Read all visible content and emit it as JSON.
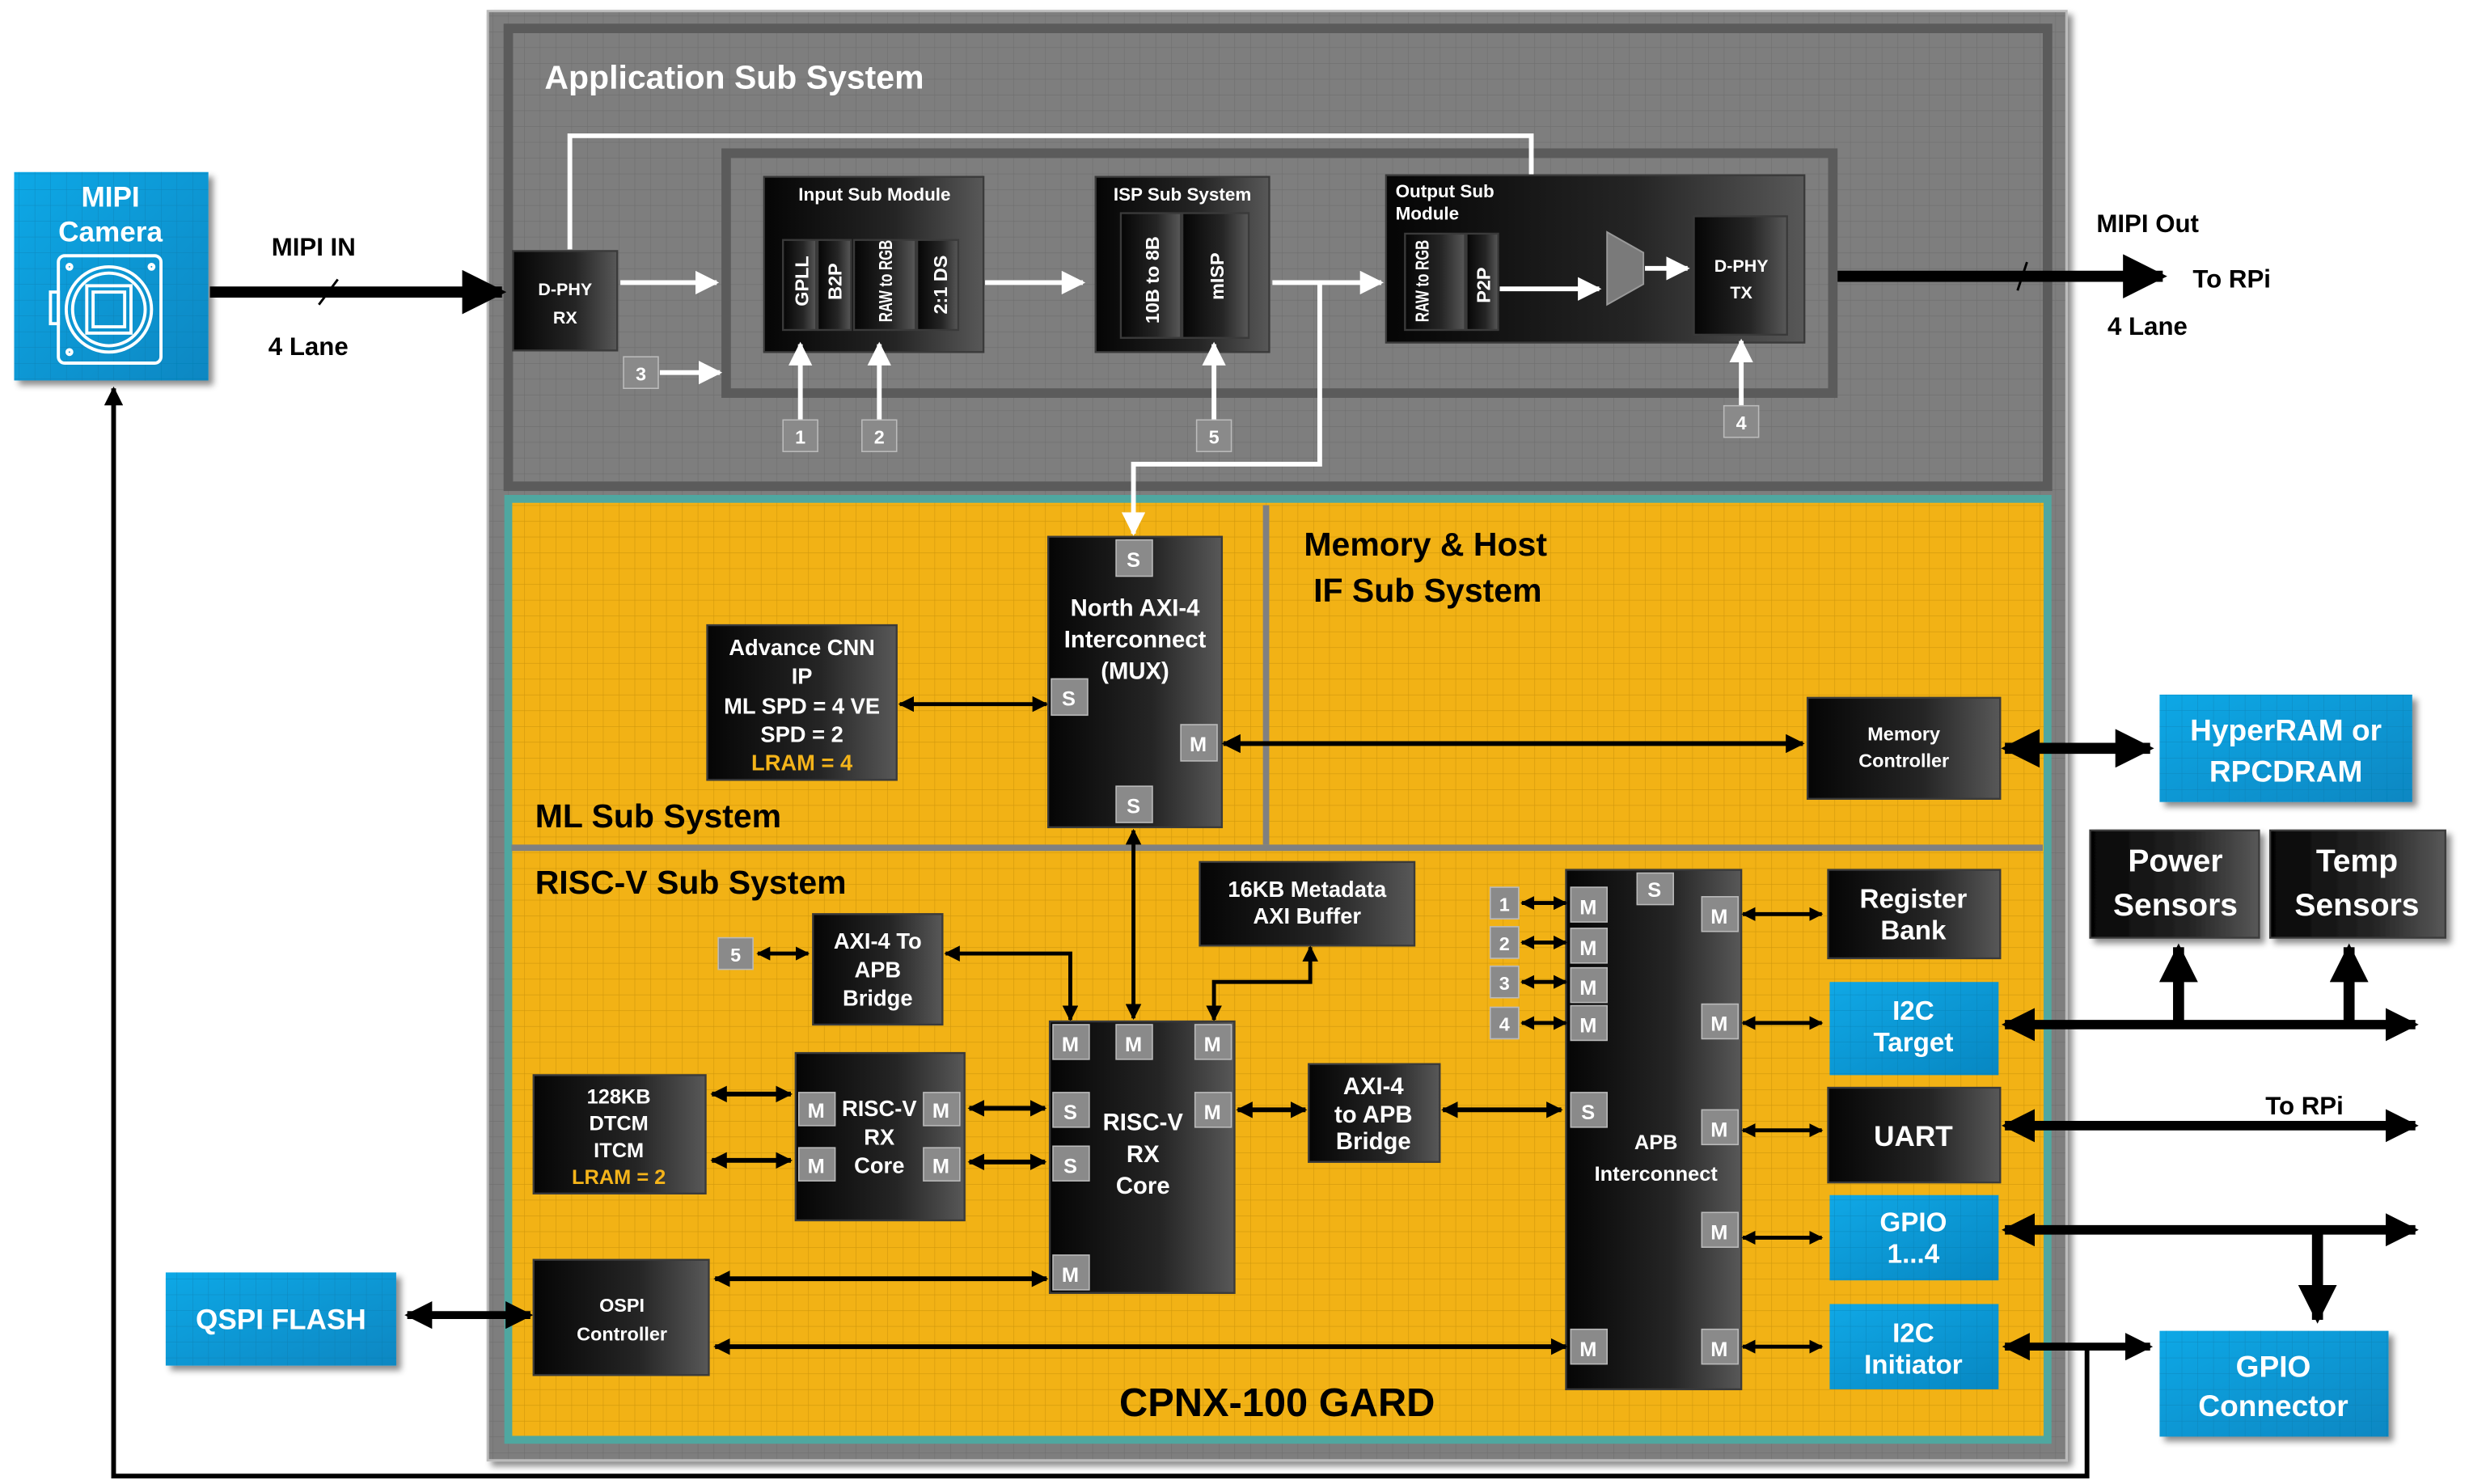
{
  "external": {
    "mipi_camera": [
      "MIPI",
      "Camera"
    ],
    "mipi_in": "MIPI IN",
    "mipi_in_lanes": "4 Lane",
    "mipi_out": "MIPI Out",
    "mipi_out_dest": "To RPi",
    "mipi_out_lanes": "4 Lane",
    "hyperram": [
      "HyperRAM or",
      "RPCDRAM"
    ],
    "power_sensors": [
      "Power",
      "Sensors"
    ],
    "temp_sensors": [
      "Temp",
      "Sensors"
    ],
    "uart_dest": "To RPi",
    "gpio_connector": [
      "GPIO",
      "Connector"
    ],
    "qspi_flash": "QSPI FLASH"
  },
  "app_subsystem": {
    "title": "Application Sub System",
    "dphy_rx": [
      "D-PHY",
      "RX"
    ],
    "input_sub_module": {
      "title": "Input Sub Module",
      "stages": [
        "GPLL",
        "B2P",
        "RAW to RGB",
        "2:1 DS"
      ]
    },
    "isp_sub_system": {
      "title": "ISP Sub System",
      "stages": [
        "10B to 8B",
        "mISP"
      ]
    },
    "output_sub_module": {
      "title": [
        "Output Sub",
        "Module"
      ],
      "stages": [
        "RAW to RGB",
        "P2P"
      ]
    },
    "dphy_tx": [
      "D-PHY",
      "TX"
    ],
    "tags": [
      "1",
      "2",
      "3",
      "4",
      "5"
    ]
  },
  "ml_subsystem": {
    "title": "ML Sub System",
    "cnn": [
      "Advance CNN",
      "IP",
      "ML SPD = 4 VE",
      "SPD = 2"
    ],
    "cnn_lram": "LRAM = 4",
    "north_axi": [
      "North AXI-4",
      "Interconnect",
      "(MUX)"
    ]
  },
  "memory_subsystem": {
    "title": [
      "Memory & Host",
      "IF Sub System"
    ],
    "memory_controller": [
      "Memory",
      "Controller"
    ]
  },
  "riscv_subsystem": {
    "title": "RISC-V Sub System",
    "axi_apb_bridge_top": [
      "AXI-4 To",
      "APB",
      "Bridge"
    ],
    "tag5": "5",
    "metadata_buffer": [
      "16KB Metadata",
      "AXI Buffer"
    ],
    "tcm": [
      "128KB",
      "DTCM",
      "ITCM"
    ],
    "tcm_lram": "LRAM = 2",
    "riscv_core_small": [
      "RISC-V",
      "RX",
      "Core"
    ],
    "riscv_core_main": [
      "RISC-V",
      "RX",
      "Core"
    ],
    "axi_apb_bridge": [
      "AXI-4",
      "to APB",
      "Bridge"
    ],
    "apb_interconnect": [
      "APB",
      "Interconnect"
    ],
    "apb_tags": [
      "1",
      "2",
      "3",
      "4"
    ],
    "register_bank": [
      "Register",
      "Bank"
    ],
    "i2c_target": [
      "I2C",
      "Target"
    ],
    "uart": "UART",
    "gpio": [
      "GPIO",
      "1...4"
    ],
    "i2c_initiator": [
      "I2C",
      "Initiator"
    ],
    "ospi_controller": [
      "OSPI",
      "Controller"
    ]
  },
  "chip_name": "CPNX-100 GARD",
  "port_labels": {
    "master": "M",
    "slave": "S"
  },
  "colors": {
    "gray_bg": "#7d7d7d",
    "yellow_bg": "#f2b215",
    "teal_border": "#4fa7a0",
    "blue_block": "#0a9ad8",
    "lram_text": "#f5b41a"
  }
}
